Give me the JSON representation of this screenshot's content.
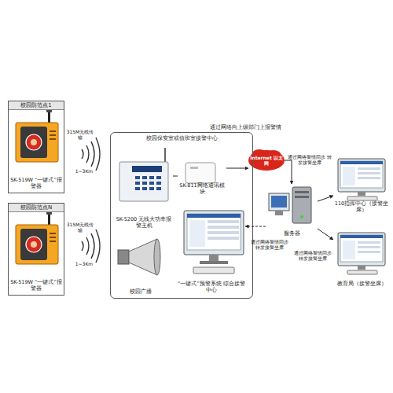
{
  "diagram": {
    "nodes": [
      {
        "text": [
          "校园防范点1",
          "SK-519W “一键式”报警器"
        ]
      },
      {
        "text": [
          "校园防范点N",
          "SK-519W “一键式”报警器"
        ]
      },
      {
        "text": [
          "校园保安室或值班室接警中心"
        ]
      },
      {
        "text": [
          "SK-5200 无线大功率报警主机"
        ],
        "in": 2
      },
      {
        "text": [
          "SK-811网络通讯模块"
        ],
        "in": 2
      },
      {
        "text": [
          "校园广播"
        ],
        "in": 2
      },
      {
        "text": [
          "“一键式”预警系统 综合接警中心"
        ],
        "in": 2
      },
      {
        "text": [
          "Internet 以太网"
        ]
      },
      {
        "text": [
          "服务器"
        ]
      },
      {
        "text": [
          "110指挥中心（接警坐席）"
        ]
      },
      {
        "text": [
          "教育局（接警坐席）"
        ]
      }
    ],
    "edges": [
      {
        "from": 3,
        "to": 4,
        "arrow": "none"
      },
      {
        "from": 4,
        "to": 7,
        "arrow": "to"
      },
      {
        "from": 7,
        "to": 8,
        "arrow": "to"
      },
      {
        "from": 8,
        "to": 6,
        "label": "通过网络警情同步 转发接警坐席",
        "arrow": "to"
      },
      {
        "from": 8,
        "to": 9,
        "label": "通过网络警情同步 转发接警坐席",
        "arrow": "to"
      },
      {
        "from": 8,
        "to": 10,
        "label": "通过网络警情同步 转发接警坐席",
        "arrow": "to"
      }
    ],
    "labels": [
      "通过网络向上级部门上报警情",
      "315M无线传输",
      "1~3Km",
      "315M无线传输",
      "1~3Km"
    ]
  }
}
